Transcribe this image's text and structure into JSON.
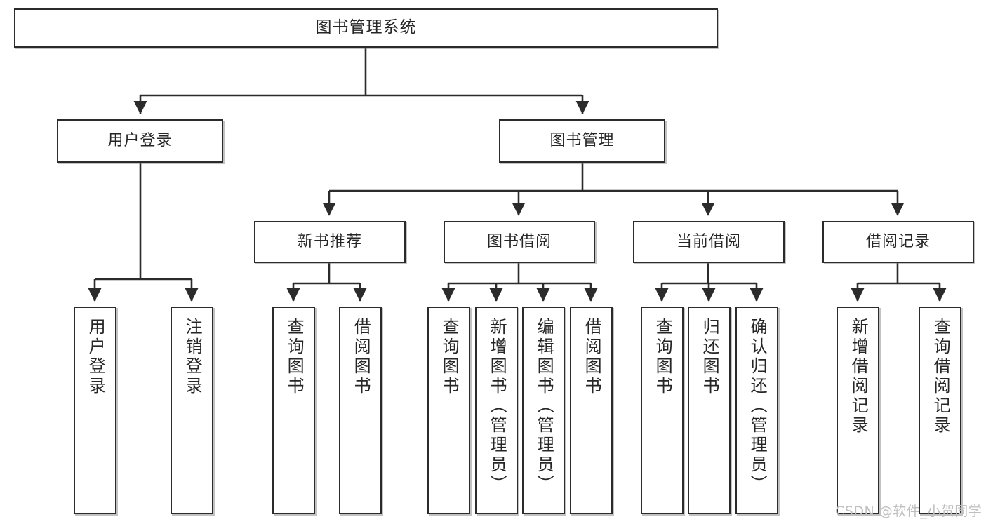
{
  "diagram": {
    "type": "tree",
    "title": "图书管理系统",
    "orientation": "top-down",
    "colors": {
      "box_border": "#2b2b2b",
      "box_fill": "#ffffff",
      "connector": "#2b2b2b",
      "watermark": "#bfbfbf",
      "background": "#ffffff"
    },
    "root": {
      "label": "图书管理系统"
    },
    "level2": [
      {
        "label": "用户登录"
      },
      {
        "label": "图书管理"
      }
    ],
    "level3": [
      {
        "label": "新书推荐"
      },
      {
        "label": "图书借阅"
      },
      {
        "label": "当前借阅"
      },
      {
        "label": "借阅记录"
      }
    ],
    "leaves": {
      "user_login": [
        {
          "label": "用户登录"
        },
        {
          "label": "注销登录"
        }
      ],
      "new_book_recommend": [
        {
          "label": "查询图书"
        },
        {
          "label": "借阅图书"
        }
      ],
      "book_borrow": [
        {
          "label": "查询图书"
        },
        {
          "label": "新增图书（管理员）"
        },
        {
          "label": "编辑图书（管理员）"
        },
        {
          "label": "借阅图书"
        }
      ],
      "current_borrow": [
        {
          "label": "查询图书"
        },
        {
          "label": "归还图书"
        },
        {
          "label": "确认归还（管理员）"
        }
      ],
      "borrow_record": [
        {
          "label": "新增借阅记录"
        },
        {
          "label": "查询借阅记录"
        }
      ]
    }
  },
  "watermark": {
    "text": "CSDN @软件_小贺同学"
  }
}
